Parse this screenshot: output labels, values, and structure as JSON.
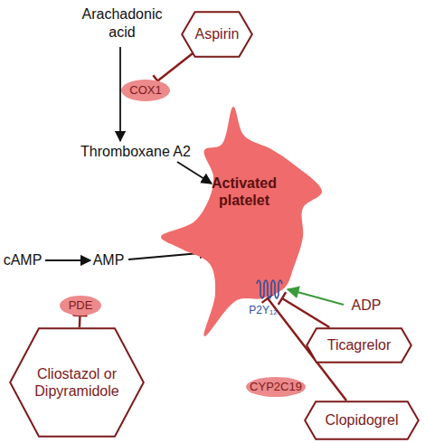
{
  "diagram": {
    "nodes": [
      {
        "text": [
          "Aspirin"
        ]
      },
      {
        "text": [
          "COX1"
        ]
      },
      {
        "text": [
          "Activated platelet"
        ]
      },
      {
        "text": [
          "PDE"
        ]
      },
      {
        "text": [
          "Ticagrelor"
        ]
      },
      {
        "text": [
          "CYP2C19"
        ]
      },
      {
        "text": [
          "Cliostazol or Dipyramidole"
        ]
      },
      {
        "text": [
          "Clopidogrel"
        ]
      }
    ],
    "edges": [
      {
        "from": 0,
        "to": 1,
        "arrow": "to"
      },
      {
        "from": 6,
        "to": 3,
        "arrow": "to"
      },
      {
        "from": 4,
        "to": 2,
        "arrow": "to"
      },
      {
        "from": 7,
        "to": 2,
        "arrow": "to"
      }
    ],
    "labels": [
      "Arachadonic acid",
      "Thromboxane A2",
      "cAMP",
      "AMP",
      "P2Y₁₂",
      "ADP"
    ]
  }
}
